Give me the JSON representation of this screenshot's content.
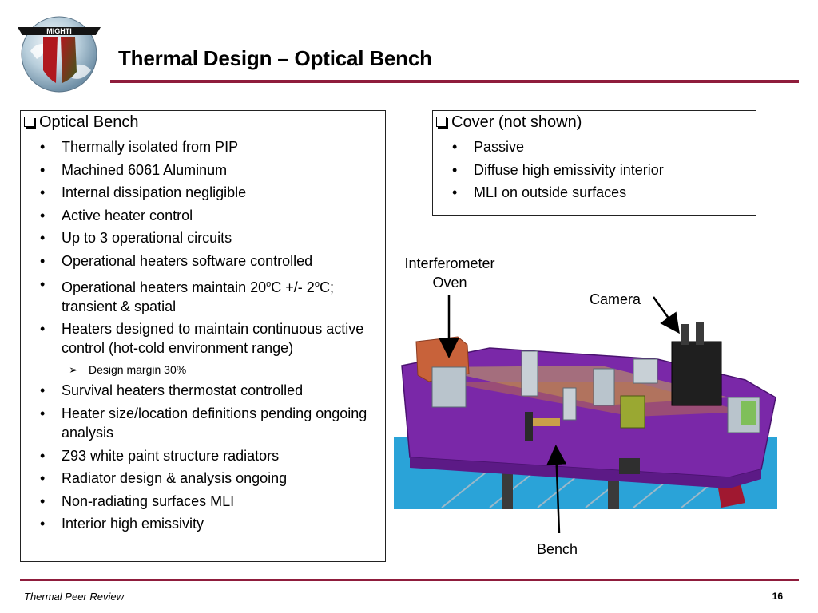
{
  "header": {
    "logo_text": "MIGHTI",
    "title": "Thermal Design – Optical Bench"
  },
  "left_box": {
    "heading": "Optical Bench",
    "bullets": [
      "Thermally isolated from PIP",
      "Machined 6061 Aluminum",
      "Internal dissipation negligible",
      "Active heater control",
      "Up to 3 operational circuits",
      "Operational heaters software controlled",
      "Operational heaters maintain 20",
      "Heaters designed to maintain continuous active control (hot-cold environment range)",
      "Design margin 30%",
      "Survival heaters thermostat controlled",
      "Heater size/location definitions pending ongoing analysis",
      "Z93 white paint structure radiators",
      "Radiator design & analysis ongoing",
      "Non-radiating surfaces MLI",
      "Interior high emissivity"
    ],
    "temp_parts": {
      "sup": "o",
      "mid": "C +/- 2",
      "end": "C; transient & spatial"
    }
  },
  "right_box": {
    "heading": "Cover (not shown)",
    "bullets": [
      "Passive",
      "Diffuse high emissivity interior",
      "MLI on outside surfaces"
    ]
  },
  "figure": {
    "label_oven_line1": "Interferometer",
    "label_oven_line2": "Oven",
    "label_camera": "Camera",
    "label_bench": "Bench"
  },
  "footer": {
    "text": "Thermal Peer Review",
    "page": "16"
  },
  "colors": {
    "accent_rule": "#8f1d3c",
    "bench_purple": "#7a28a8",
    "base_blue": "#2aa3d8",
    "oven_orange": "#c8623a"
  },
  "glyphs": {
    "bullet": "•",
    "sub_bullet": "➢"
  }
}
